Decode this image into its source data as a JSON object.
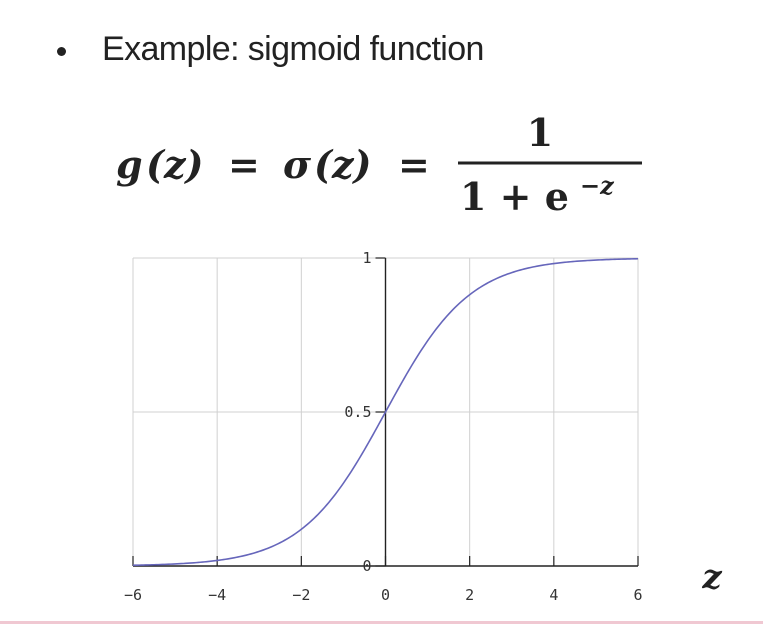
{
  "slide": {
    "bullet_text": "Example: sigmoid function"
  },
  "formula": {
    "lhs_g": "g",
    "lhs_arg1": "(z)",
    "equals1": "=",
    "sigma": "σ",
    "lhs_arg2": "(z)",
    "equals2": "=",
    "numerator": "1",
    "denominator_base": "1 + e",
    "denominator_exponent": "−z"
  },
  "colors": {
    "curve": "#6666bb",
    "grid": "#d0d0d0",
    "axis": "#222222",
    "bottom_rule": "#f0c8d2"
  },
  "chart_data": {
    "type": "line",
    "title": "",
    "xlabel": "z",
    "ylabel": "",
    "xlim": [
      -6,
      6
    ],
    "ylim": [
      0,
      1
    ],
    "x_ticks": [
      -6,
      -4,
      -2,
      0,
      2,
      4,
      6
    ],
    "x_tick_labels": [
      "−6",
      "−4",
      "−2",
      "0",
      "2",
      "4",
      "6"
    ],
    "y_ticks": [
      0,
      0.5,
      1
    ],
    "y_tick_labels": [
      "0",
      "0.5",
      "1"
    ],
    "grid": true,
    "series": [
      {
        "x": [
          -6,
          -5,
          -4,
          -3,
          -2,
          -1,
          0,
          1,
          2,
          3,
          4,
          5,
          6
        ],
        "y": [
          0.0025,
          0.0067,
          0.018,
          0.047,
          0.119,
          0.269,
          0.5,
          0.731,
          0.881,
          0.953,
          0.982,
          0.9933,
          0.9975
        ]
      }
    ]
  }
}
